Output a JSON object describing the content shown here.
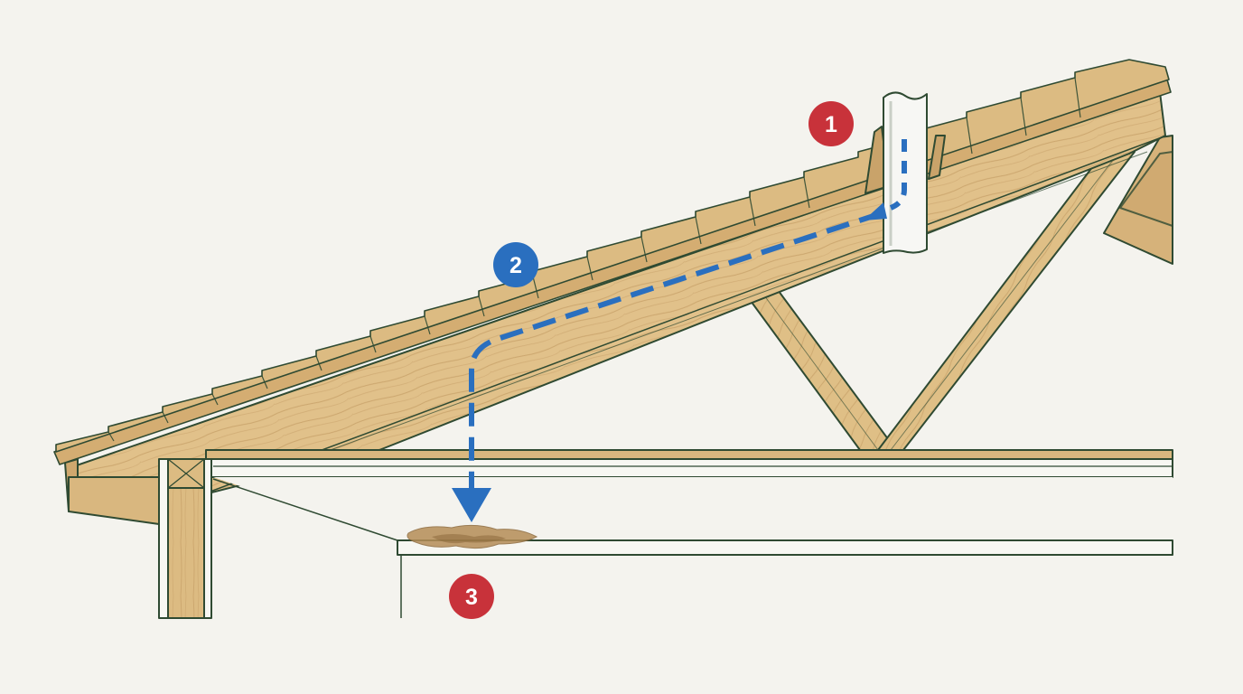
{
  "diagram": {
    "colors": {
      "background": "#f4f3ee",
      "wood_light": "#e3c48e",
      "wood_mid": "#d9b77f",
      "wood_dark": "#c69d62",
      "shingle": "#d7b57b",
      "outline": "#2f4a32",
      "flow_arrow": "#2a6fbf",
      "badge_red": "#c8323a",
      "badge_blue": "#2a6fbf",
      "stain": "#a98553",
      "pipe": "#f7f7f4",
      "drywall": "#f7f7f2"
    },
    "badges": [
      {
        "label": "1",
        "color": "badge_red"
      },
      {
        "label": "2",
        "color": "badge_blue"
      },
      {
        "label": "3",
        "color": "badge_red"
      }
    ]
  }
}
